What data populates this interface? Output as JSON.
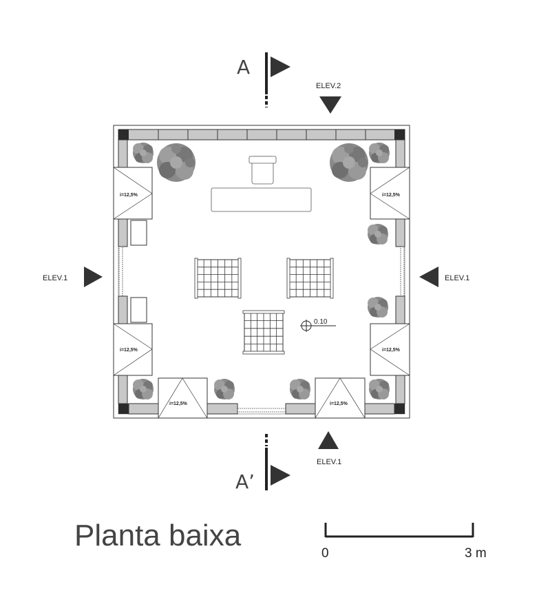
{
  "title": "Planta baixa",
  "section_cut": {
    "top": "A",
    "bottom": "A’"
  },
  "elevations": {
    "top": "ELEV.2",
    "left": "ELEV.1",
    "right": "ELEV.1",
    "bottom": "ELEV.1"
  },
  "ramp_slope": "i=12,5%",
  "level_mark": "0.10",
  "scale_bar": {
    "start": "0",
    "end": "3 m"
  },
  "colors": {
    "line": "#222222",
    "wall_fill": "#c8c8c8",
    "pillar_fill": "#2b2b2b",
    "tree_fill": "#8a8a8a",
    "arrow_fill": "#333333"
  }
}
